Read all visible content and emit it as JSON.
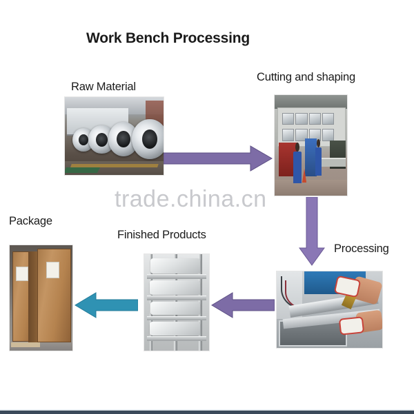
{
  "document": {
    "title": "Work Bench Processing",
    "watermark": "trade.china.cn"
  },
  "flow": {
    "steps": [
      {
        "id": "raw-material",
        "label": "Raw Material",
        "photo_alt": "Rows of stainless steel coils stored in a warehouse"
      },
      {
        "id": "cutting-and-shaping",
        "label": "Cutting and shaping",
        "photo_alt": "Factory workshop with workers in blue uniforms operating cutting and bending machines"
      },
      {
        "id": "processing",
        "label": "Processing",
        "photo_alt": "Worker wearing white gloves welding a stainless steel frame on a bench"
      },
      {
        "id": "finished-products",
        "label": "Finished Products",
        "photo_alt": "Stacked stainless steel work benches wrapped in protective plastic film"
      },
      {
        "id": "package",
        "label": "Package",
        "photo_alt": "Two tall plywood export crates with white shipping labels on a pallet"
      }
    ],
    "arrows": [
      {
        "id": "raw-to-cutting",
        "from": "raw-material",
        "to": "cutting-and-shaping",
        "direction": "right",
        "color": "#7d6ca6"
      },
      {
        "id": "cutting-to-processing",
        "from": "cutting-and-shaping",
        "to": "processing",
        "direction": "down",
        "color": "#8a77b5"
      },
      {
        "id": "processing-to-finished",
        "from": "processing",
        "to": "finished-products",
        "direction": "left",
        "color": "#7d6ca6"
      },
      {
        "id": "finished-to-package",
        "from": "finished-products",
        "to": "package",
        "direction": "left",
        "color": "#2f92b3"
      }
    ]
  },
  "colors": {
    "title": "#1a1a1a",
    "label": "#1a1a1a",
    "arrow_purple": "#7d6ca6",
    "arrow_teal": "#2f92b3",
    "watermark": "#c8c9cd",
    "bottom_rule": "#3b4a5a",
    "background": "#ffffff"
  }
}
